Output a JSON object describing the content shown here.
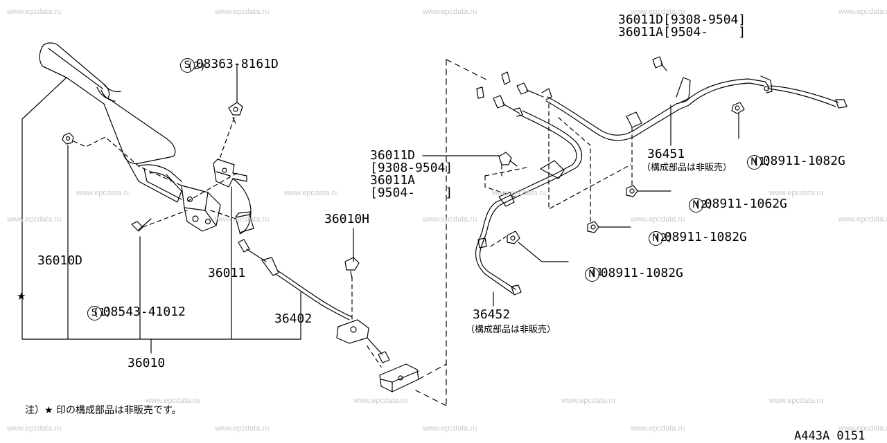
{
  "watermark": "www.epcdata.ru",
  "labels": {
    "s1_code": "08363-8161D",
    "s1_qty": "(2)",
    "c36010D": "36010D",
    "s2_code": "08543-41012",
    "s2_qty": "(1)",
    "c36011": "36011",
    "c36010": "36010",
    "c36010H": "36010H",
    "c36402": "36402",
    "top_a": "36011D[9308-9504]",
    "top_b": "36011A[9504-    ]",
    "mid_a": "36011D",
    "mid_b": "[9308-9504]",
    "mid_c": "36011A",
    "mid_d": "[9504-    ]",
    "c36451": "36451",
    "c36451_note": "（構成部品は非販売）",
    "n1_code": "08911-1082G",
    "n1_qty": "(1)",
    "n2_code": "08911-1062G",
    "n2_qty": "(2)",
    "n3_code": "08911-1082G",
    "n3_qty": "(2)",
    "n4_code": "08911-1082G",
    "n4_qty": "(1)",
    "c36452": "36452",
    "c36452_note": "（構成部品は非販売）",
    "footnote": "注）★ 印の構成部品は非販売です。",
    "star": "★",
    "ref_code": "A443A 0151",
    "s_mark": "S",
    "n_mark": "N"
  }
}
